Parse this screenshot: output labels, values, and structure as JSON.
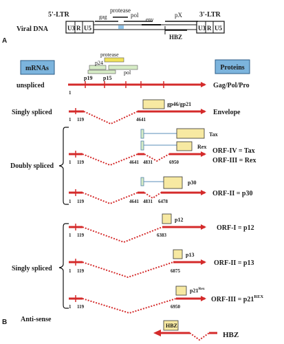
{
  "viral_dna": {
    "label": "Viral DNA",
    "panel_letter": "A",
    "ltr_5": "5'-LTR",
    "ltr_3": "3'-LTR",
    "ltr_segments": [
      "U3",
      "R",
      "U5"
    ],
    "genes": {
      "gag": "gag",
      "protease": "protease",
      "pol": "pol",
      "env": "env",
      "px": "pX",
      "hbz": "HBZ"
    }
  },
  "panel_b": {
    "panel_letter": "B",
    "header_left": "mRNAs",
    "header_right": "Proteins",
    "unspliced": {
      "label": "unspliced",
      "protease": "protease",
      "p24": "p24",
      "pol": "pol",
      "p19": "p19",
      "p15": "p15",
      "pos1": "1",
      "protein": "Gag/Pol/Pro"
    },
    "singly1": {
      "label": "Singly spliced",
      "pos1": "1",
      "pos2": "119",
      "pos3": "4641",
      "box": "gp46/gp21",
      "protein": "Envelope"
    },
    "doubly": {
      "label": "Doubly spliced",
      "tax": "Tax",
      "rex": "Rex",
      "row1": {
        "pos1": "1",
        "pos2": "119",
        "pos3": "4641",
        "pos4": "4831",
        "pos5": "6950",
        "protein_a": "ORF-IV = Tax",
        "protein_b": "ORF-III = Rex"
      },
      "row2": {
        "pos1": "1",
        "pos2": "119",
        "pos3": "4641",
        "pos4": "4831",
        "pos5": "6478",
        "box": "p30",
        "protein": "ORF-II = p30"
      }
    },
    "singly2": {
      "label": "Singly spliced",
      "row1": {
        "pos1": "1",
        "pos2": "119",
        "pos3": "6383",
        "box": "p12",
        "protein": "ORF-I = p12"
      },
      "row2": {
        "pos1": "1",
        "pos2": "119",
        "pos3": "6875",
        "box": "p13",
        "protein": "ORF-II = p13"
      },
      "row3": {
        "pos1": "1",
        "pos2": "119",
        "pos3": "6950",
        "box": "p21",
        "box_sup": "Rex",
        "protein": "ORF-III = p21",
        "protein_sup": "REX"
      }
    },
    "antisense": {
      "label": "Anti-sense",
      "box": "HBZ",
      "protein": "HBZ"
    }
  },
  "colors": {
    "red": "#d42a2a",
    "box_fill": "#f7e9a2",
    "box_stroke": "#333333",
    "header_fill": "#7cb4dd",
    "header_stroke": "#2a5a85",
    "thin_box_stroke": "#4d7fa6",
    "tax_line": "#5a8cb8",
    "protease_fill": "#f0e25a",
    "p24_fill": "#d6ecc6"
  }
}
